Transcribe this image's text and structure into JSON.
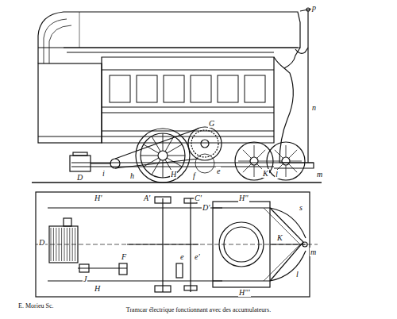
{
  "diagram": {
    "caption": "Tramcar électrique fonctionnant avec des accumulateurs.",
    "labels": [
      "p",
      "n",
      "m",
      "l",
      "K",
      "D",
      "i",
      "h",
      "H",
      "e",
      "G",
      "f",
      "H'",
      "A'",
      "C'",
      "D'",
      "D",
      "J",
      "F",
      "H",
      "e'",
      "e",
      "H''",
      "K",
      "s",
      "m",
      "l",
      "H'''",
      "E. Morieu Sc."
    ]
  }
}
